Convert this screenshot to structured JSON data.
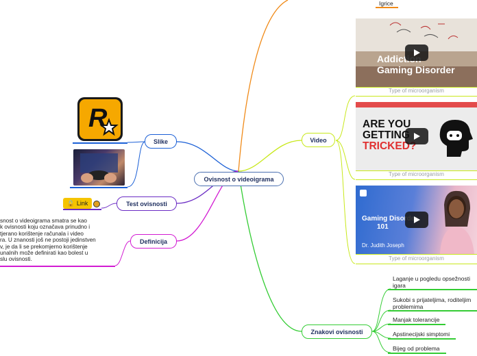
{
  "center": {
    "label": "Ovisnost o videoigrama"
  },
  "left_branches": {
    "slike": {
      "label": "Slike"
    },
    "test": {
      "label": "Test ovisnosti",
      "link_label": "Link"
    },
    "definicija": {
      "label": "Definicija",
      "text_lines": [
        "snost o videoigrama smatra se kao",
        "k ovisnosti koju označava prinudno i",
        "tjerano korištenje računala i video",
        "ra. U znanosti još ne postoji jedinstven",
        "v, je da li se prekomjerno korištenje",
        "unalnih može definirati kao bolest u",
        "slu ovisnosti."
      ]
    }
  },
  "right_branches": {
    "igrice": {
      "label": "Igrice"
    },
    "video": {
      "label": "Video",
      "items": [
        {
          "title_line1": "Addiction",
          "title_line2": "Gaming Disorder",
          "caption": "Type of microorganism"
        },
        {
          "title_line1": "ARE YOU",
          "title_line2": "GETTING",
          "title_line3": "TRICKED?",
          "caption": "Type of microorganism"
        },
        {
          "title_line1": "Gaming Disorder",
          "title_line2": "101",
          "presenter": "Dr. Judith Joseph",
          "caption": "Type of microorganism"
        }
      ]
    },
    "znakovi": {
      "label": "Znakovi ovisnosti",
      "items": [
        {
          "line1": "Laganje u pogledu opsežnosti",
          "line2": "igara"
        },
        {
          "line1": "Sukobi s prijateljima, roditeljim",
          "line2": "problemima"
        },
        {
          "line1": "Manjak tolerancije",
          "line2": ""
        },
        {
          "line1": "Apstinecijski simptomi",
          "line2": ""
        },
        {
          "line1": "Bijeg od problema",
          "line2": ""
        }
      ]
    }
  },
  "colors": {
    "slike": "#1a5fd6",
    "test": "#6a2bc4",
    "definicija": "#d21ad2",
    "igrice": "#f08a18",
    "video": "#c8e81a",
    "znakovi": "#33cc33"
  }
}
